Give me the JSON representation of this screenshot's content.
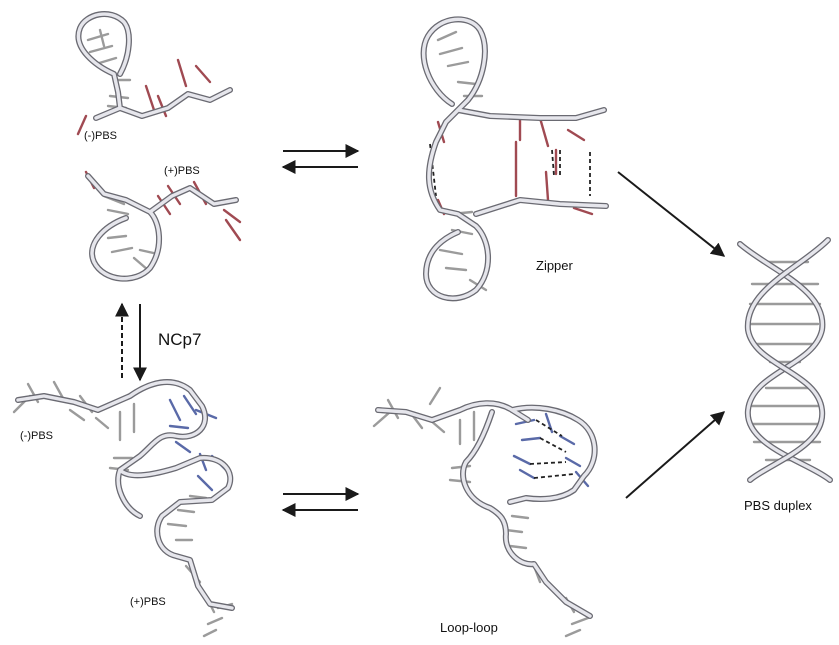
{
  "labels": {
    "minus_pbs_top": "(-)PBS",
    "plus_pbs_top": "(+)PBS",
    "zipper": "Zipper",
    "ncp7": "NCp7",
    "minus_pbs_bottom": "(-)PBS",
    "plus_pbs_bottom": "(+)PBS",
    "loop_loop": "Loop-loop",
    "pbs_duplex": "PBS duplex"
  },
  "colors": {
    "backbone": "#e6e6ec",
    "backbone_outline": "#6a6a72",
    "base_grey": "#9b9b9b",
    "base_red": "#a04a52",
    "base_blue": "#5a6aa8",
    "arrow": "#1a1a1a"
  }
}
